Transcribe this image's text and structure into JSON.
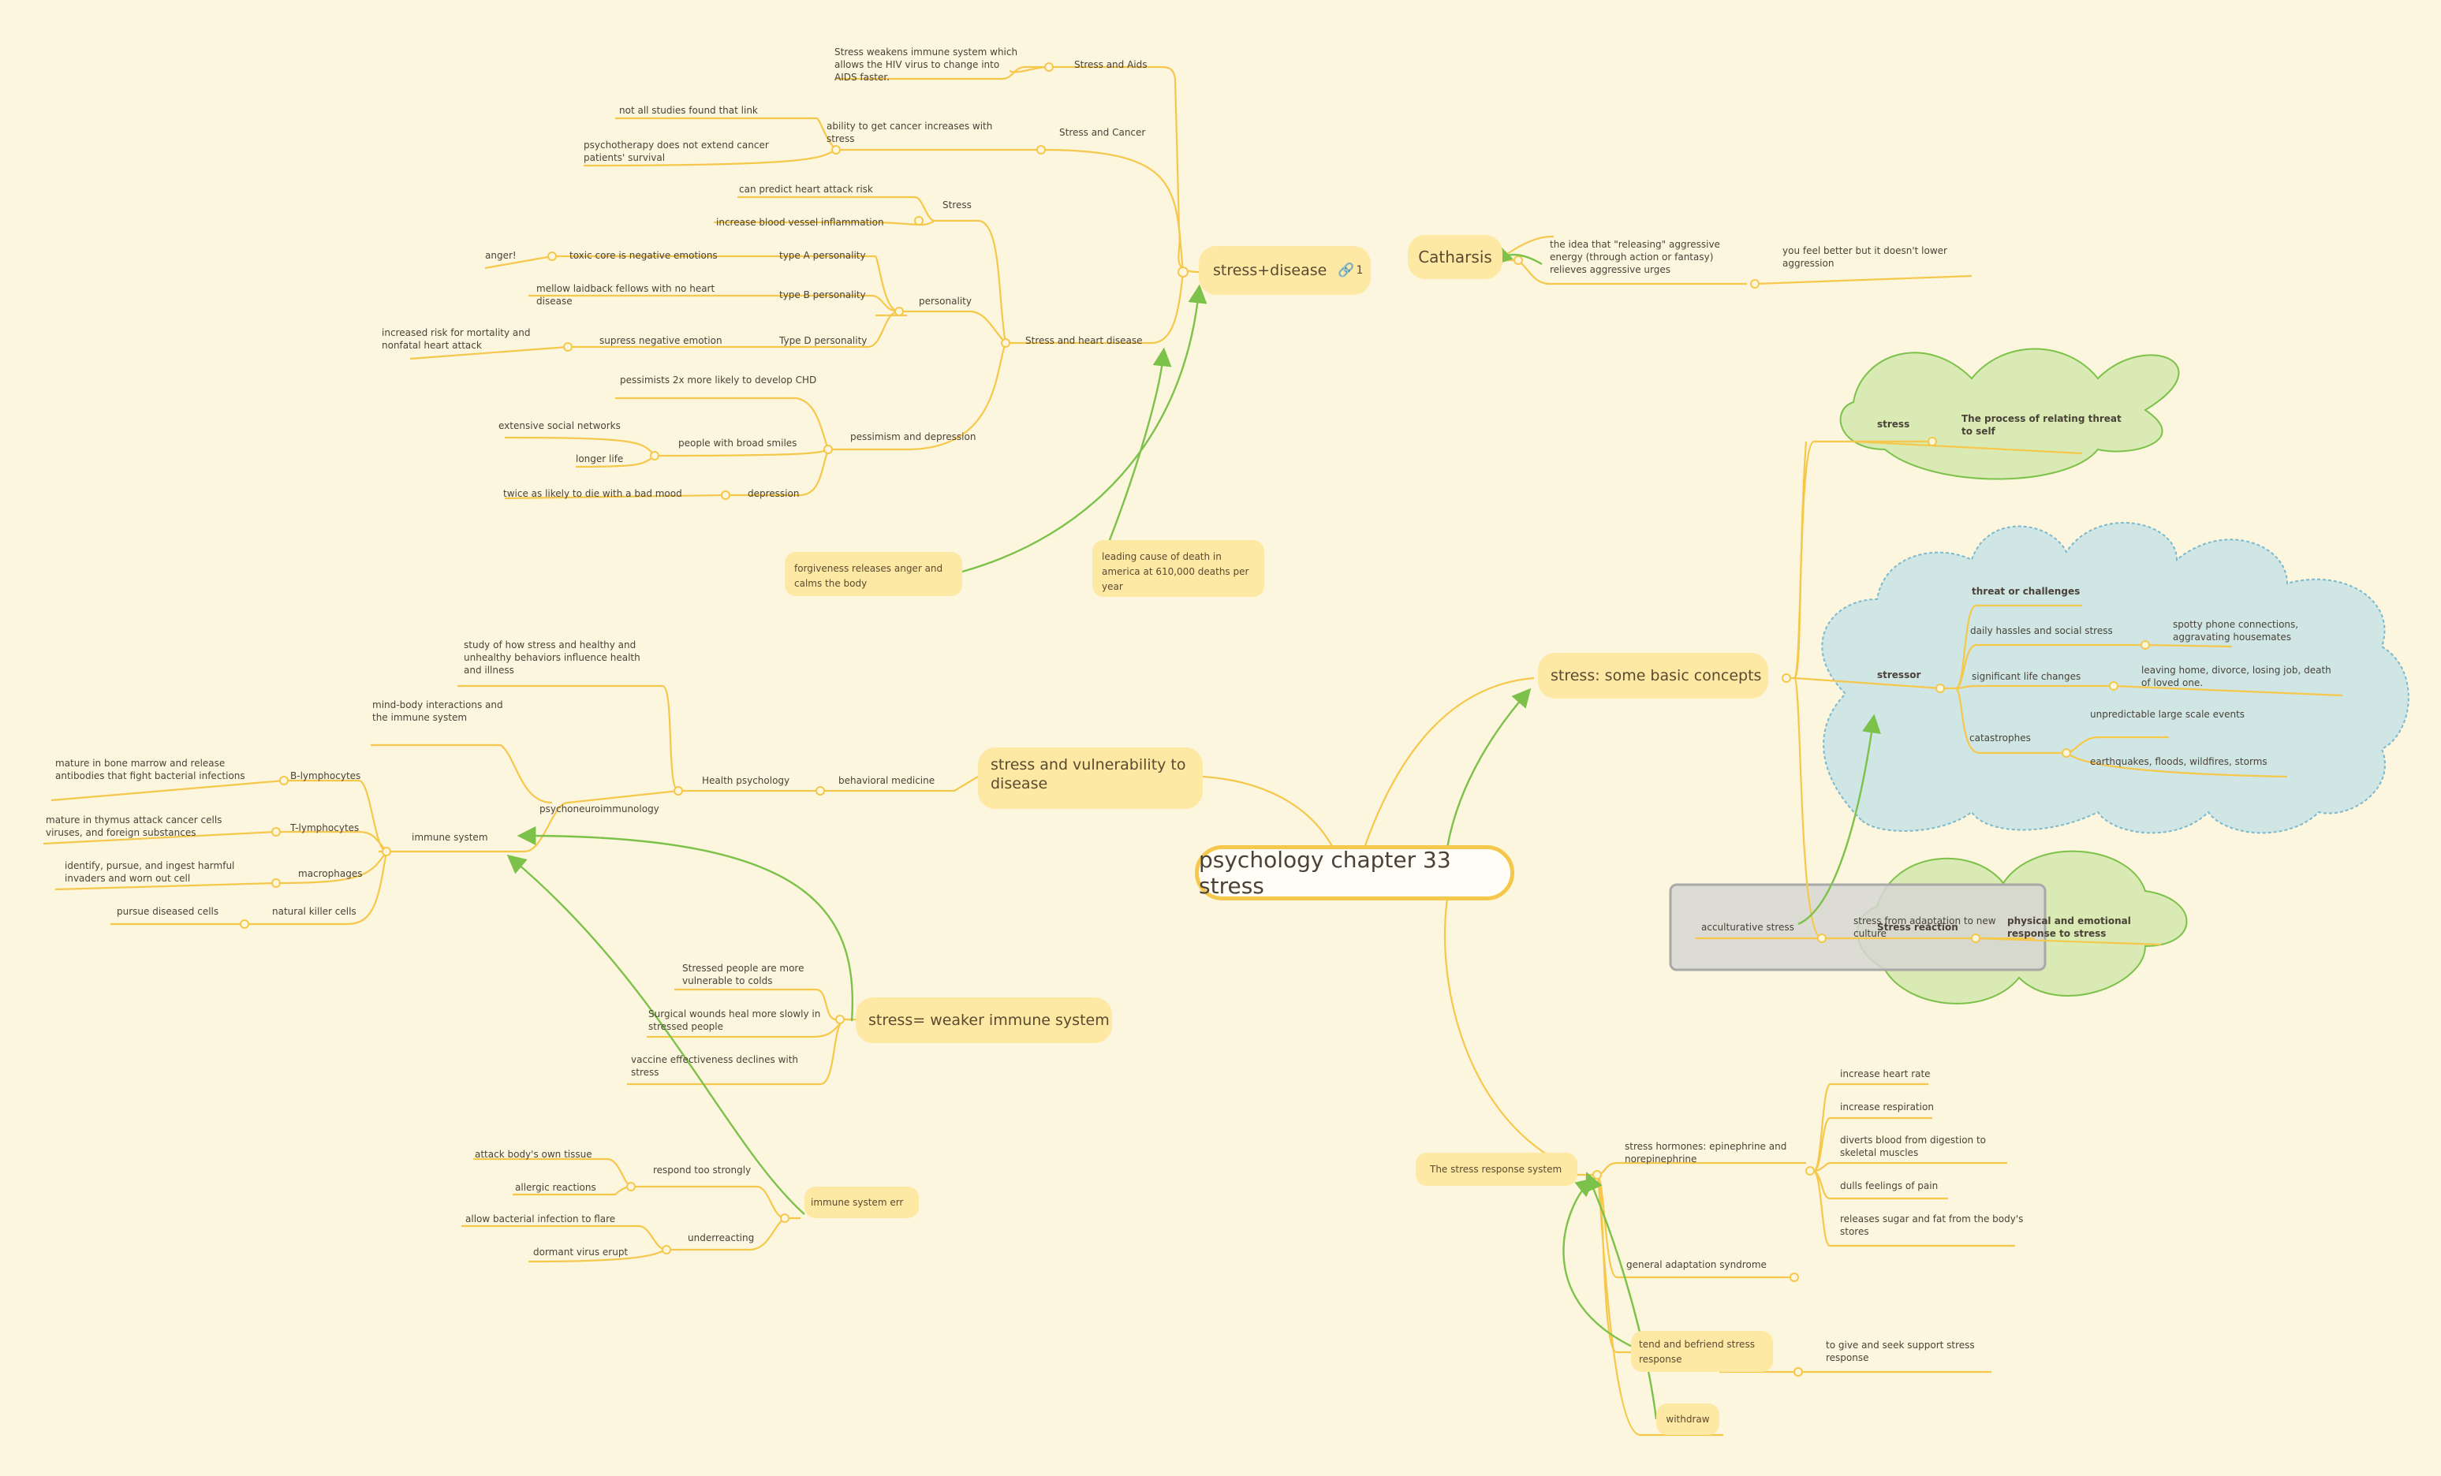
{
  "root": "psychology chapter 33 stress",
  "branches": {
    "stress_disease": {
      "label": "stress+disease",
      "link_count": "1",
      "catharsis": {
        "label": "Catharsis",
        "idea": "the idea that \"releasing\" aggressive energy (through action or fantasy) relieves aggressive urges",
        "result": "you feel better but it doesn't lower aggression"
      },
      "aids": {
        "label": "Stress and Aids",
        "detail": "Stress weakens immune system which allows the HIV virus to change into AIDS faster."
      },
      "cancer": {
        "label": "Stress and Cancer",
        "ability": "ability to get cancer increases with stress",
        "not_all": "not all studies found that link",
        "psycho": "psychotherapy does not extend cancer patients' survival"
      },
      "heart": {
        "label": "Stress and heart disease",
        "stress": "Stress",
        "predict": "can predict heart attack risk",
        "inflammation": "increase blood vessel inflammation",
        "personality": "personality",
        "type_a": "type A personality",
        "toxic": "toxic core is negative emotions",
        "anger": "anger!",
        "type_b": "type B personality",
        "mellow": "mellow laidback fellows with no heart disease",
        "type_d": "Type D personality",
        "suppress": "supress negative emotion",
        "increased_risk": "increased risk for mortality and nonfatal heart attack",
        "pessimism": "pessimism and depression",
        "pessimists": "pessimists 2x more likely to develop CHD",
        "smiles": "people with broad smiles",
        "networks": "extensive social networks",
        "longer": "longer life",
        "depression": "depression",
        "twice": "twice as likely to die with a bad mood"
      },
      "forgiveness": "forgiveness releases anger and calms the body",
      "leading": "leading cause of death in america at 610,000 deaths per year"
    },
    "vulnerability": {
      "label": "stress and vulnerability to disease",
      "behavioral": "behavioral medicine",
      "health": "Health psychology",
      "study": "study of how stress and healthy and unhealthy behaviors influence health and illness",
      "pni": "psychoneuroimmunology",
      "mind_body": "mind-body interactions and the immune system",
      "immune": "immune system",
      "b_lymph": "B-lymphocytes",
      "b_detail": "mature in bone marrow and release antibodies that fight bacterial infections",
      "t_lymph": "T-lymphocytes",
      "t_detail": "mature in thymus attack cancer cells viruses, and foreign substances",
      "macro": "macrophages",
      "macro_detail": "identify, pursue, and ingest harmful invaders and worn out cell",
      "nk": "natural killer cells",
      "nk_detail": "pursue diseased cells"
    },
    "weaker": {
      "label": "stress= weaker immune system",
      "colds": "Stressed people are more vulnerable to colds",
      "wounds": "Surgical wounds heal more slowly in stressed people",
      "vaccine": "vaccine effectiveness declines with stress"
    },
    "immune_err": {
      "label": "immune system err",
      "strong": "respond too strongly",
      "attack": "attack body's own tissue",
      "allergic": "allergic reactions",
      "under": "underreacting",
      "flare": "allow bacterial infection to flare",
      "dormant": "dormant virus erupt"
    },
    "basic": {
      "label": "stress: some basic concepts",
      "stress": "stress",
      "stress_def": "The process of relating threat to self",
      "stressor": "stressor",
      "threat": "threat or challenges",
      "hassles": "daily hassles and social stress",
      "hassles_ex": "spotty phone connections, aggravating housemates",
      "life": "significant life changes",
      "life_ex": "leaving home, divorce, losing job, death of loved one.",
      "catastrophes": "catastrophes",
      "unpredictable": "unpredictable large scale events",
      "quakes": "earthquakes, floods, wildfires, storms",
      "reaction": "Stress reaction",
      "reaction_def": "physical and emotional response to stress",
      "accult": "acculturative stress",
      "accult_def": "stress from adaptation to new culture"
    },
    "response": {
      "label": "The stress response system",
      "hormones": "stress hormones: epinephrine and norepinephrine",
      "heart_rate": "increase heart rate",
      "respiration": "increase respiration",
      "diverts": "diverts blood from digestion to skeletal muscles",
      "dulls": "dulls feelings of pain",
      "sugar": "releases sugar and fat from the body's stores",
      "gas": "general adaptation syndrome",
      "tend": "tend and befriend stress response",
      "support": "to give and seek support stress response",
      "withdraw": "withdraw"
    }
  },
  "colors": {
    "line": "#f5c84c",
    "arrow": "#7cc24a",
    "pill": "#fde8a4",
    "green_cloud": "#d9eab4",
    "blue_cloud": "#cfe6e4"
  }
}
